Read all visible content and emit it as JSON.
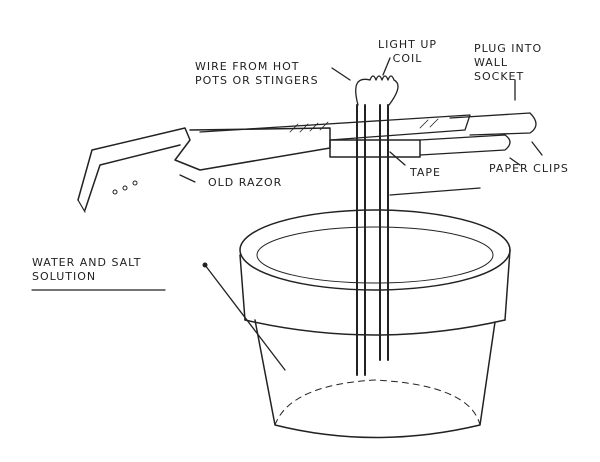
{
  "labels": {
    "wire": "Wire from hot\npots or stingers",
    "coil": "Light up\ncoil",
    "plug": "Plug into\nwall\nsocket",
    "razor": "Old razor",
    "tape": "Tape",
    "clips": "Paper clips",
    "water": "Water and salt\nsolution"
  }
}
